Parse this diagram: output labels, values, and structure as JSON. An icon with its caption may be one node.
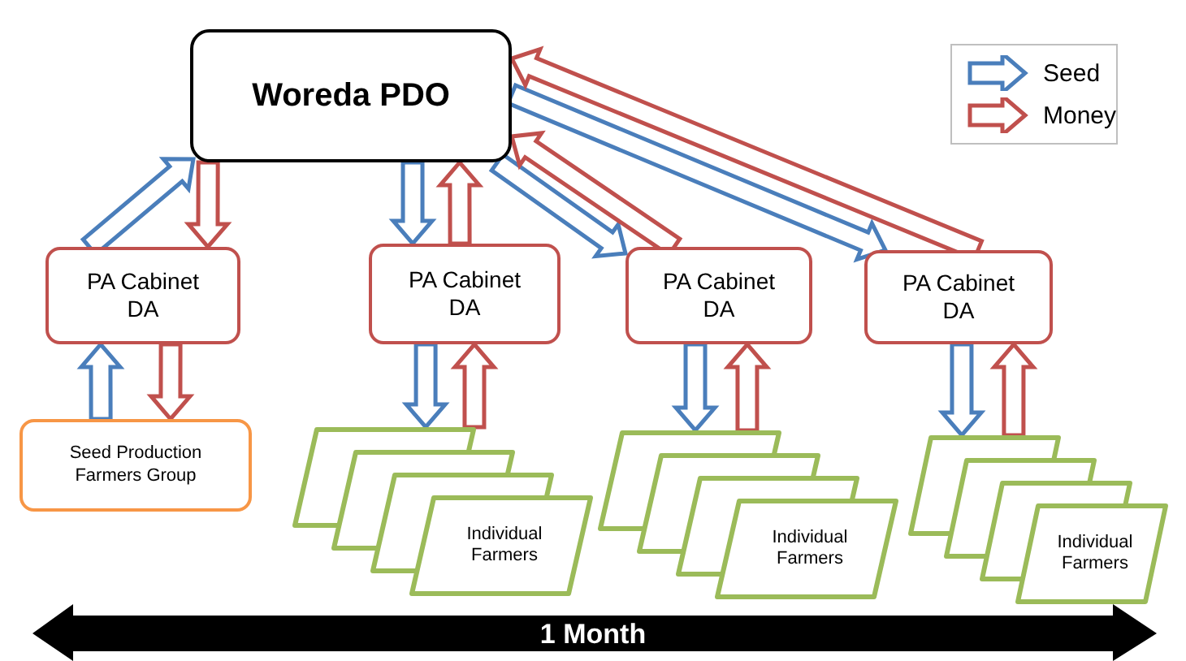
{
  "diagram": {
    "nodes": [
      {
        "text": [
          "Woreda PDO"
        ]
      },
      {
        "text": [
          "PA Cabinet DA"
        ]
      },
      {
        "text": [
          "PA Cabinet DA"
        ]
      },
      {
        "text": [
          "PA Cabinet DA"
        ]
      },
      {
        "text": [
          "PA Cabinet DA"
        ]
      },
      {
        "text": [
          "Seed Production Farmers Group"
        ]
      },
      {
        "text": [],
        "shape": "parallelogram"
      },
      {
        "text": [],
        "shape": "parallelogram"
      },
      {
        "text": [],
        "shape": "parallelogram"
      },
      {
        "text": [
          "Individual Farmers"
        ]
      },
      {
        "text": [],
        "shape": "parallelogram"
      },
      {
        "text": [],
        "shape": "parallelogram"
      },
      {
        "text": [],
        "shape": "parallelogram"
      },
      {
        "text": [
          "Individual Farmers"
        ]
      },
      {
        "text": [],
        "shape": "parallelogram"
      },
      {
        "text": [],
        "shape": "parallelogram"
      },
      {
        "text": [],
        "shape": "parallelogram"
      },
      {
        "text": [
          "Individual Farmers"
        ]
      }
    ],
    "edges": [
      {
        "from": 1,
        "to": 0,
        "arrow": "to",
        "color": "#4a7ebb"
      },
      {
        "from": 0,
        "to": 1,
        "arrow": "to",
        "color": "#c0504d"
      },
      {
        "from": 0,
        "to": 2,
        "arrow": "to",
        "color": "#4a7ebb"
      },
      {
        "from": 2,
        "to": 0,
        "arrow": "to",
        "color": "#c0504d"
      },
      {
        "from": 0,
        "to": 3,
        "arrow": "to",
        "color": "#4a7ebb"
      },
      {
        "from": 3,
        "to": 0,
        "arrow": "to",
        "color": "#c0504d"
      },
      {
        "from": 0,
        "to": 4,
        "arrow": "to",
        "color": "#4a7ebb"
      },
      {
        "from": 4,
        "to": 0,
        "arrow": "to",
        "color": "#c0504d"
      },
      {
        "from": 5,
        "to": 1,
        "arrow": "to",
        "color": "#4a7ebb"
      },
      {
        "from": 1,
        "to": 5,
        "arrow": "to",
        "color": "#c0504d"
      },
      {
        "from": 2,
        "to": 6,
        "arrow": "to",
        "color": "#4a7ebb"
      },
      {
        "from": 6,
        "to": 2,
        "arrow": "to",
        "color": "#c0504d"
      },
      {
        "from": 3,
        "to": 10,
        "arrow": "to",
        "color": "#4a7ebb"
      },
      {
        "from": 10,
        "to": 3,
        "arrow": "to",
        "color": "#c0504d"
      },
      {
        "from": 4,
        "to": 14,
        "arrow": "to",
        "color": "#4a7ebb"
      },
      {
        "from": 14,
        "to": 4,
        "arrow": "to",
        "color": "#c0504d"
      }
    ],
    "labels": [
      "1 Month"
    ],
    "legend": [
      {
        "text": "Seed"
      },
      {
        "text": "Money"
      }
    ]
  }
}
